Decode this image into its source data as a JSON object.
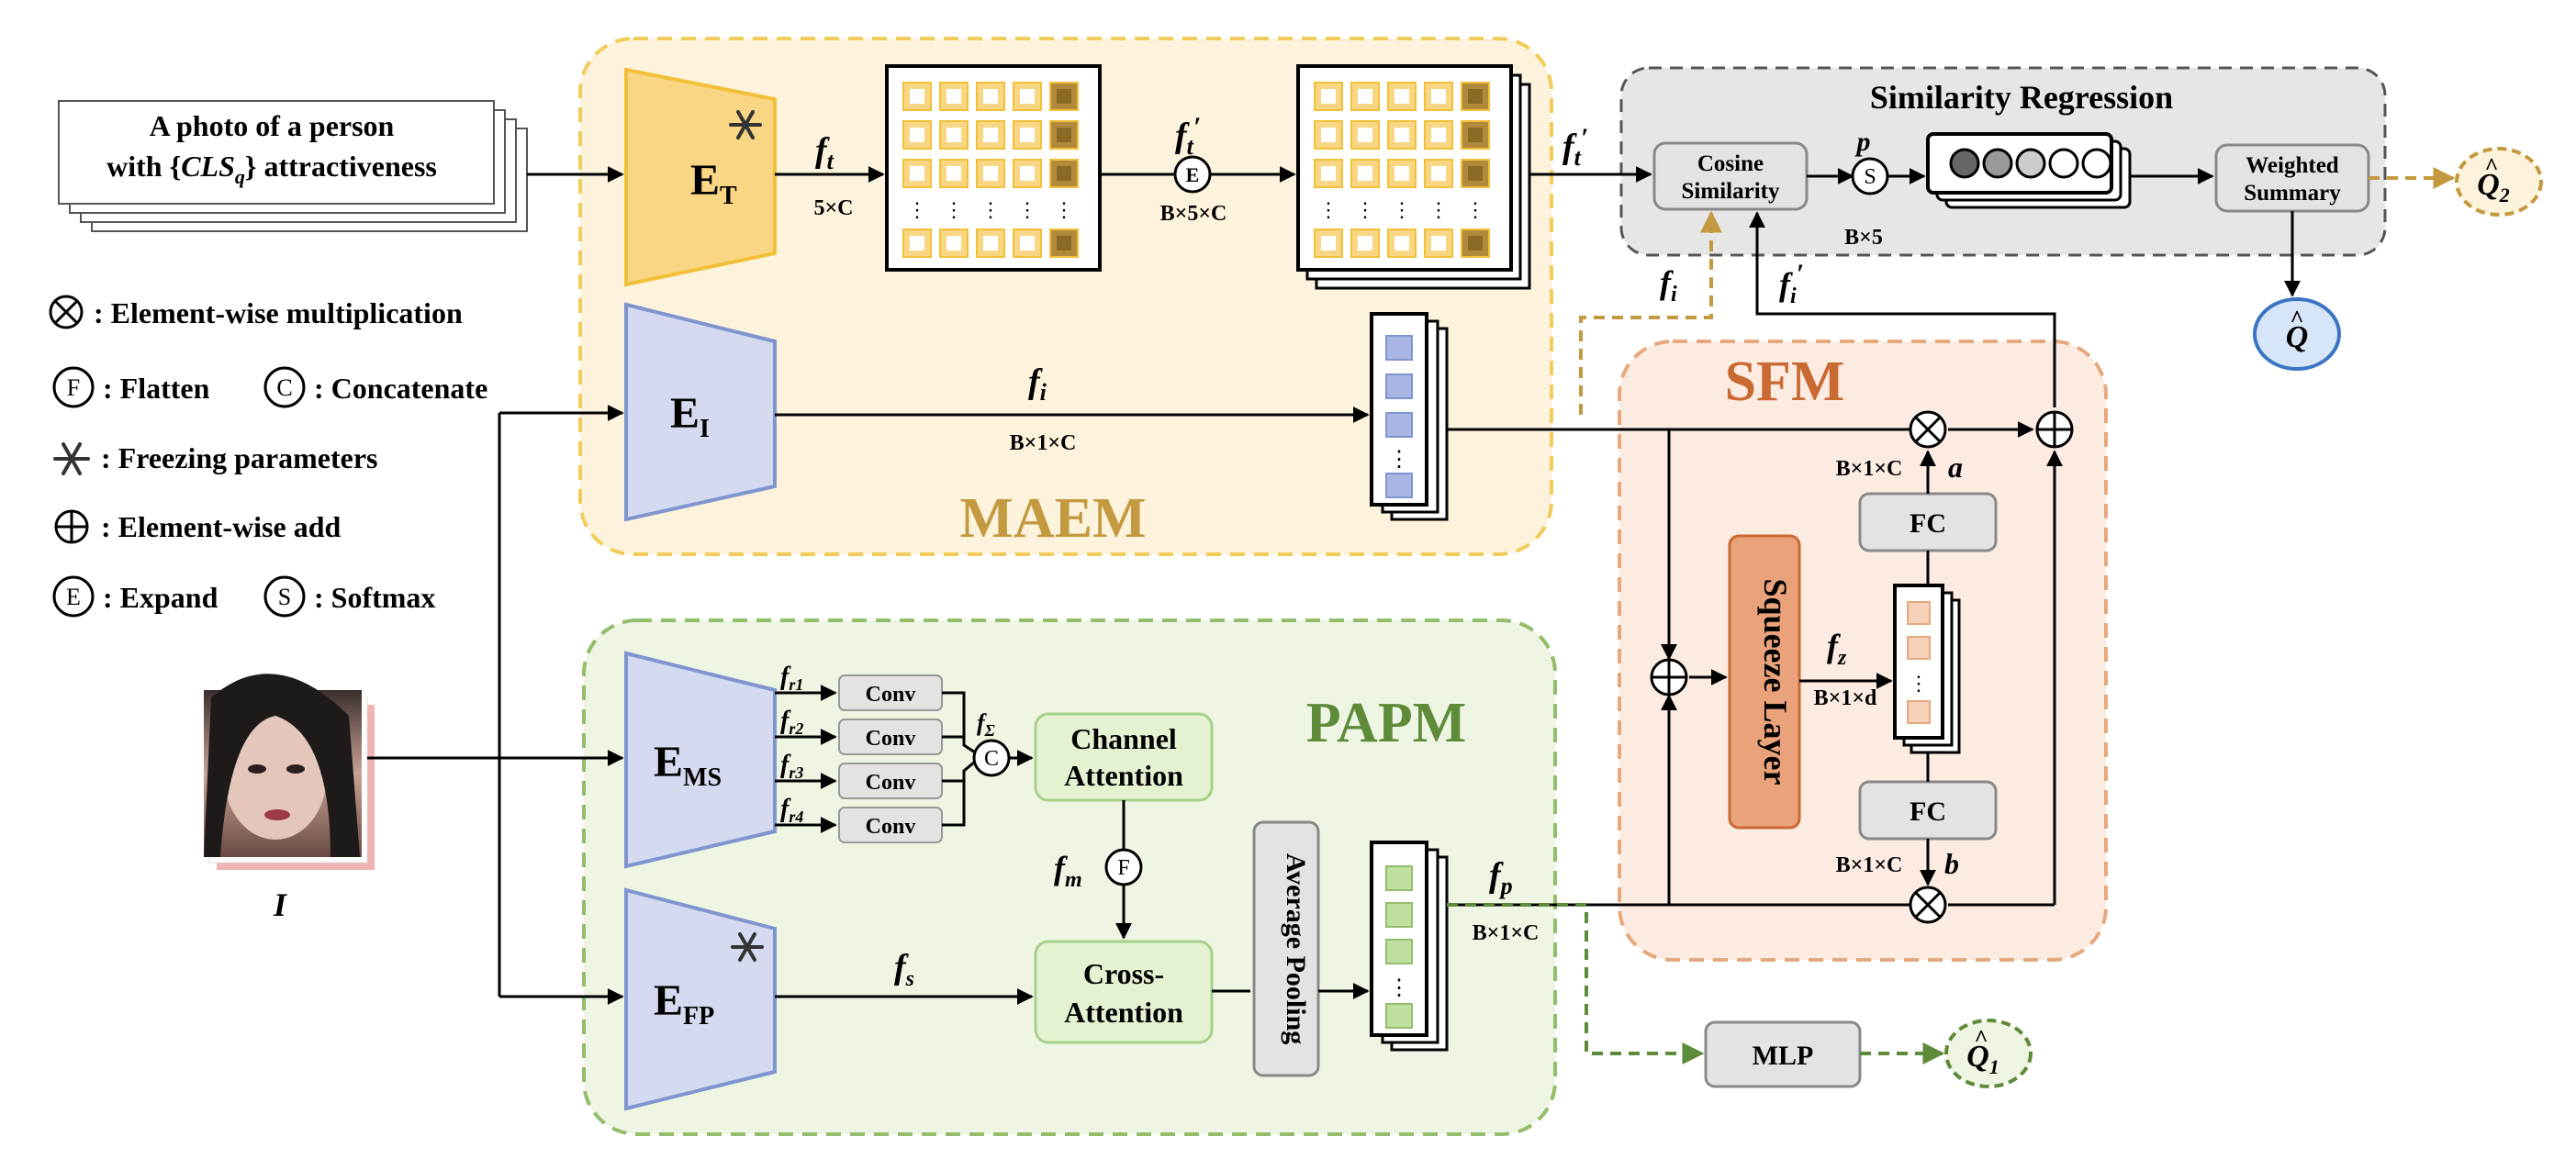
{
  "prompt": {
    "line1": "A photo of a person",
    "line2_pre": "with {",
    "line2_var": "CLS",
    "line2_sub": "q",
    "line2_post": "} attractiveness"
  },
  "legend": {
    "mult": ": Element-wise multiplication",
    "flatten": ": Flatten",
    "concat": ": Concatenate",
    "freeze": ": Freezing parameters",
    "add": ": Element-wise add",
    "expand": ": Expand",
    "softmax": ": Softmax"
  },
  "symbols": {
    "F": "F",
    "C": "C",
    "E": "E",
    "S": "S"
  },
  "modules": {
    "maem": "MAEM",
    "papm": "PAPM",
    "sfm": "SFM",
    "similarity_title": "Similarity Regression"
  },
  "encoders": {
    "E": "E",
    "T": "T",
    "I": "I",
    "MS": "MS",
    "FP": "FP"
  },
  "features": {
    "f": "f",
    "t": "t",
    "i": "i",
    "m": "m",
    "s": "s",
    "p": "p",
    "z": "z",
    "sigma": "Σ",
    "prime": "′",
    "r1": "r1",
    "r2": "r2",
    "r3": "r3",
    "r4": "r4",
    "a": "a",
    "b": "b",
    "p_softmax": "p"
  },
  "dims": {
    "five_c": "5×C",
    "bx5xc": "B×5×C",
    "bx1xc": "B×1×C",
    "bx5": "B×5",
    "bx1xd": "B×1×d"
  },
  "blocks": {
    "conv": "Conv",
    "channel1": "Channel",
    "channel2": "Attention",
    "cross1": "Cross-",
    "cross2": "Attention",
    "avgpool": "Average Pooling",
    "cosine1": "Cosine",
    "cosine2": "Similarity",
    "weighted1": "Weighted",
    "weighted2": "Summary",
    "fc": "FC",
    "squeeze": "Squeeze Layer",
    "mlp": "MLP"
  },
  "outputs": {
    "q": "Q",
    "hat": "^",
    "sub1": "1",
    "sub2": "2"
  },
  "input_label": "I",
  "colors": {
    "maem_fill": "#fdf3dc",
    "maem_border": "#f2cc5a",
    "papm_fill": "#eef5e3",
    "papm_border": "#93bd6a",
    "sfm_fill": "#fcebe1",
    "sfm_border": "#e5a97d",
    "sim_fill": "#e6e6e6",
    "sim_border": "#555555",
    "enc_yellow": "#f8d683",
    "enc_yellow_stroke": "#f2c038",
    "enc_blue": "#d5daf0",
    "enc_blue_stroke": "#7f95cf",
    "text_gold": "#c39a3f",
    "text_green": "#5e8b3a",
    "text_orange": "#c96a33",
    "squeeze": "#e9a27a",
    "green_box": "#e4f2d2",
    "gray_box": "#e3e3e3"
  }
}
